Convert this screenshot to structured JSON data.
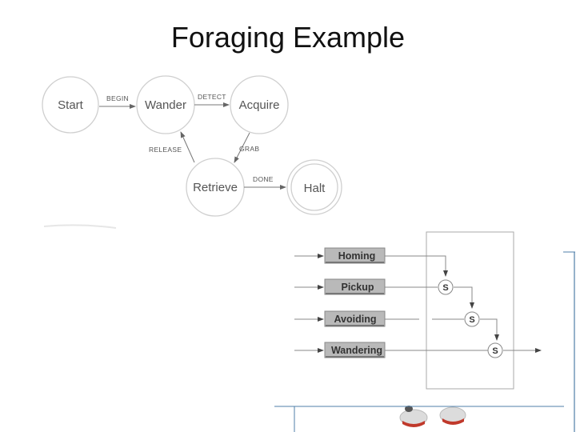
{
  "slide": {
    "title": "Foraging Example"
  },
  "fsa": {
    "states": {
      "start": "Start",
      "wander": "Wander",
      "acquire": "Acquire",
      "retrieve": "Retrieve",
      "halt": "Halt"
    },
    "transitions": {
      "begin": "BEGIN",
      "detect": "DETECT",
      "release": "RELEASE",
      "grab": "GRAB",
      "done": "DONE"
    }
  },
  "subsumption": {
    "behaviors": {
      "homing": "Homing",
      "pickup": "Pickup",
      "avoiding": "Avoiding",
      "wandering": "Wandering"
    },
    "suppressor_label": "S"
  },
  "colors": {
    "state_stroke": "#cfcfcf",
    "behavior_fill": "#b9b9b9",
    "accent_blue": "#4f7fa8",
    "robot_red": "#c0392b"
  }
}
